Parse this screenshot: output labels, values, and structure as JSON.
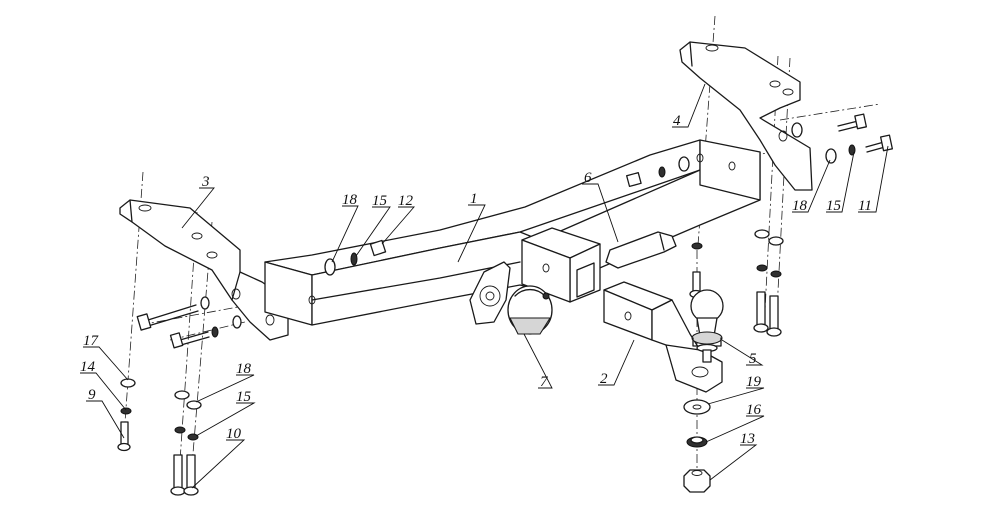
{
  "diagram": {
    "labels": {
      "p1": "1",
      "p2": "2",
      "p3": "3",
      "p4": "4",
      "p5": "5",
      "p6": "6",
      "p7": "7",
      "p9": "9",
      "p10": "10",
      "p11": "11",
      "p12": "12",
      "p13": "13",
      "p14": "14",
      "p15a": "15",
      "p15b": "15",
      "p15c": "15",
      "p16": "16",
      "p17": "17",
      "p18a": "18",
      "p18b": "18",
      "p18c": "18",
      "p19": "19"
    }
  }
}
